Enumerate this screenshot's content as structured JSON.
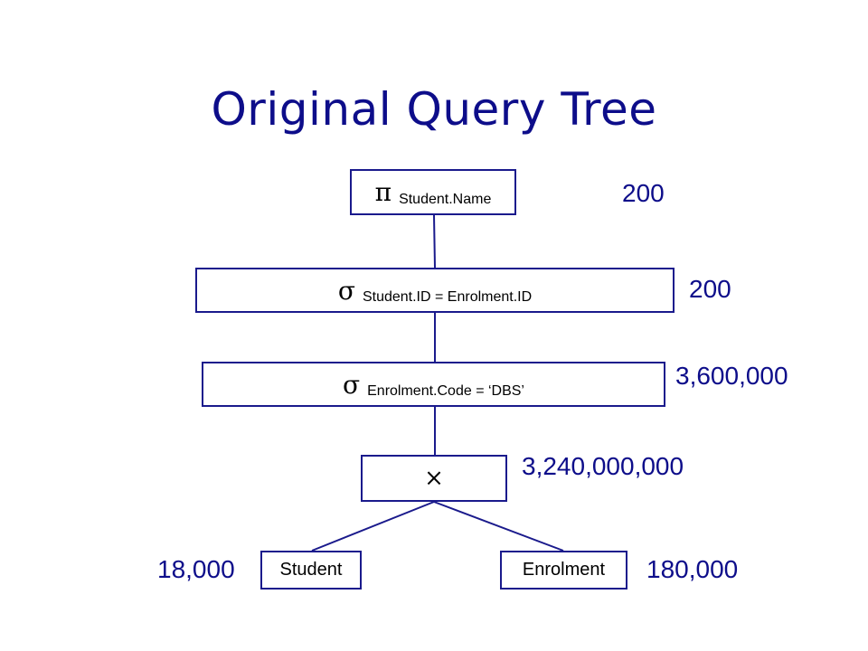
{
  "title": "Original Query Tree",
  "nodes": {
    "project": {
      "op": "π",
      "text": "Student.Name",
      "count": "200"
    },
    "select_id": {
      "op": "σ",
      "text": "Student.ID = Enrolment.ID",
      "count": "200"
    },
    "select_code": {
      "op": "σ",
      "text": "Enrolment.Code = ‘DBS’",
      "count": "3,600,000"
    },
    "product": {
      "op": "×",
      "count": "3,240,000,000"
    },
    "student": {
      "text": "Student",
      "count": "18,000"
    },
    "enrolment": {
      "text": "Enrolment",
      "count": "180,000"
    }
  },
  "colors": {
    "title": "#0d0d8a",
    "lines": "#1a1a8c"
  }
}
